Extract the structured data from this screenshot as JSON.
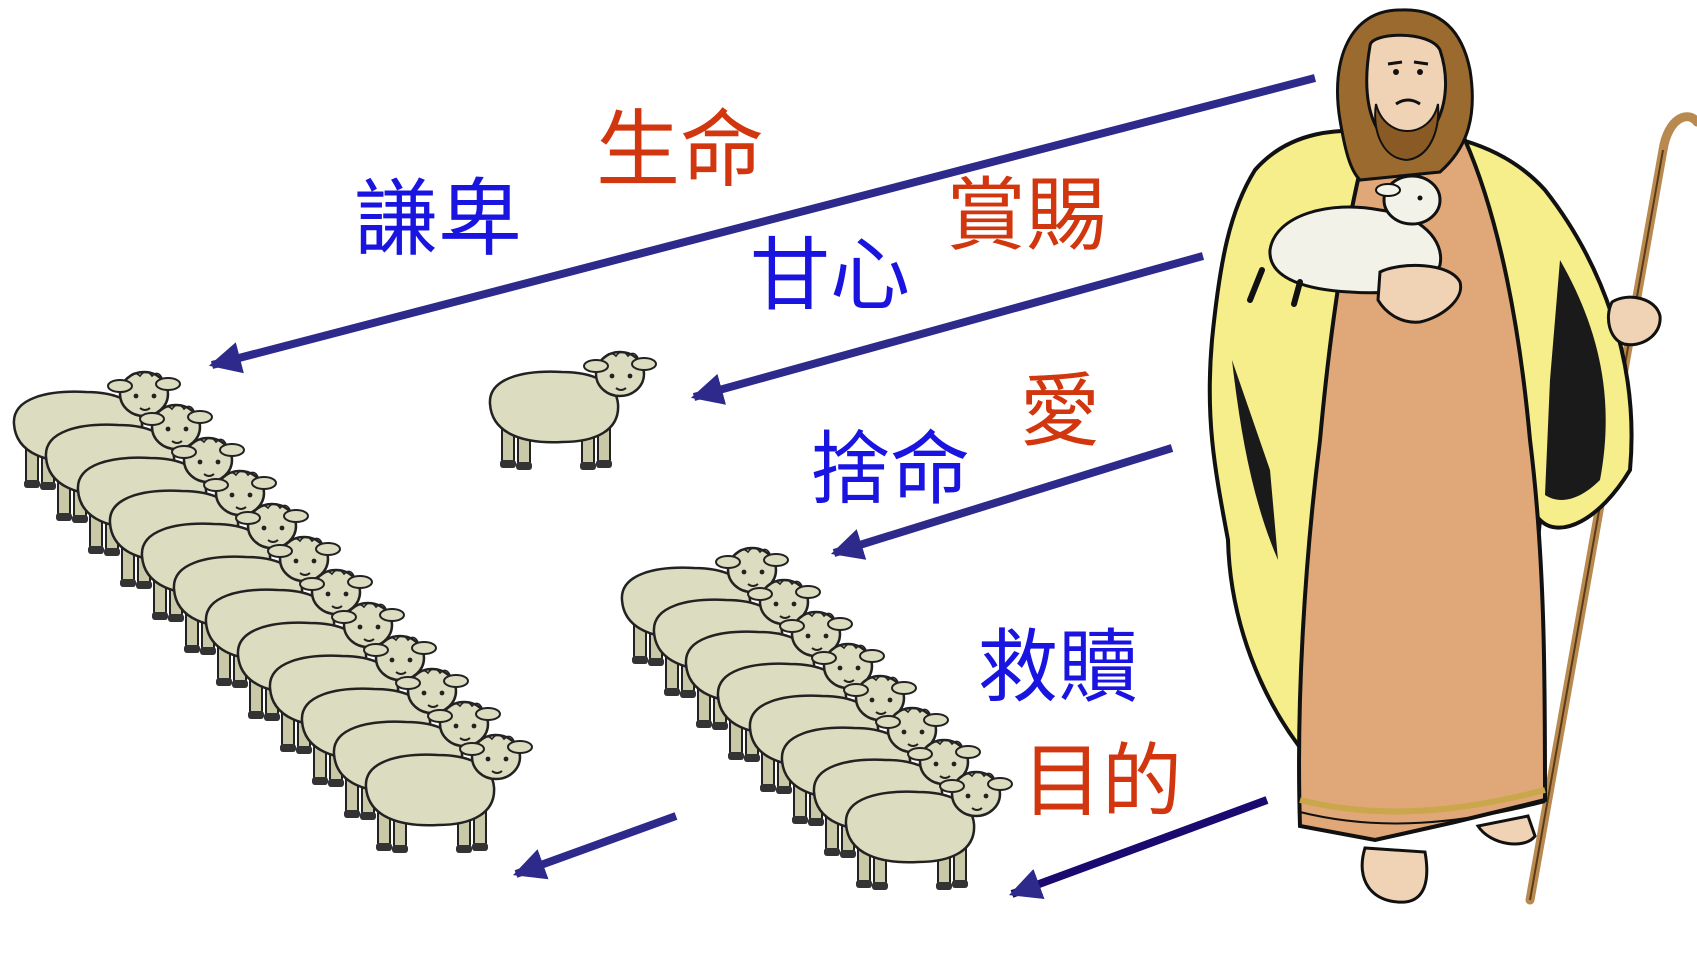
{
  "labels": {
    "humility": "謙卑",
    "life": "生命",
    "willing": "甘心",
    "reward": "賞賜",
    "sacrifice": "捨命",
    "love": "愛",
    "redemption": "救贖",
    "purpose": "目的"
  },
  "colors": {
    "blue_text": "#1a14e0",
    "red_text": "#d2360e",
    "arrow": "#2e2a8c",
    "sheep_wool": "#dcdcc0",
    "robe": "#e0a878",
    "cloak": "#f5ee8a",
    "skin": "#f0d2b4",
    "hair": "#9a6a2e",
    "staff": "#b88a50"
  },
  "icons": {
    "shepherd": "shepherd-figure",
    "sheep": "sheep-icon",
    "arrow": "arrow-icon"
  }
}
